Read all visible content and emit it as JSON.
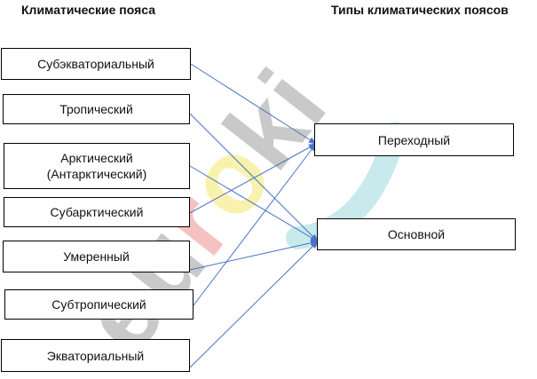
{
  "headings": {
    "left": "Климатические пояса",
    "right": "Типы климатических поясов"
  },
  "left_items": [
    "Субэкваториальный",
    "Тропический",
    "Арктический (Антарктический)",
    "Субарктический",
    "Умеренный",
    "Субтропический",
    "Экваториальный"
  ],
  "right_items": [
    "Переходный",
    "Основной"
  ],
  "links": [
    {
      "from": "Субэкваториальный",
      "to": "Переходный"
    },
    {
      "from": "Тропический",
      "to": "Основной"
    },
    {
      "from": "Арктический (Антарктический)",
      "to": "Основной"
    },
    {
      "from": "Субарктический",
      "to": "Переходный"
    },
    {
      "from": "Умеренный",
      "to": "Основной"
    },
    {
      "from": "Субтропический",
      "to": "Переходный"
    },
    {
      "from": "Экваториальный",
      "to": "Основной"
    }
  ],
  "watermark": {
    "text": "euroki",
    "letter_colors": [
      "#b8b8b8",
      "#b8b8b8",
      "#f3b3b3",
      "#f8f0a0",
      "#b8b8b8",
      "#b8b8b8"
    ],
    "arc_color": "#bfe6ea"
  },
  "colors": {
    "connector": "#4a72c4",
    "border": "#000000"
  }
}
